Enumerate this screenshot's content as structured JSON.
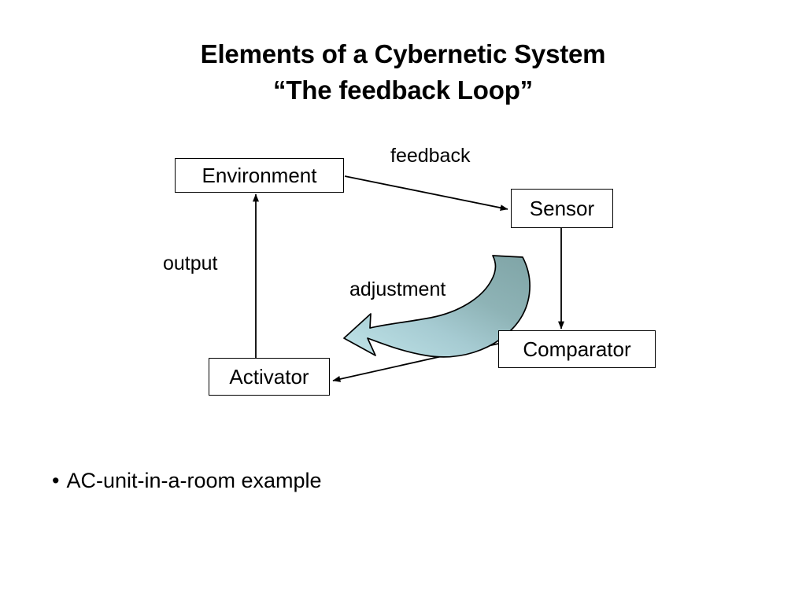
{
  "slide": {
    "background_color": "#FFFFFF",
    "title": {
      "line1": "Elements of a Cybernetic System",
      "line2": "“The feedback Loop”"
    },
    "bullets": [
      {
        "marker": "•",
        "text": "AC-unit-in-a-room example"
      }
    ]
  },
  "diagram": {
    "type": "feedback-loop",
    "nodes": [
      {
        "id": "environment",
        "label": "Environment"
      },
      {
        "id": "sensor",
        "label": "Sensor"
      },
      {
        "id": "comparator",
        "label": "Comparator"
      },
      {
        "id": "activator",
        "label": "Activator"
      }
    ],
    "edges": [
      {
        "id": "environment-to-sensor",
        "label": "feedback",
        "from": "environment",
        "to": "sensor"
      },
      {
        "id": "sensor-to-comparator",
        "label": "",
        "from": "sensor",
        "to": "comparator"
      },
      {
        "id": "comparator-to-activator",
        "label": "",
        "from": "comparator",
        "to": "activator"
      },
      {
        "id": "activator-to-environment",
        "label": "output",
        "from": "activator",
        "to": "environment"
      },
      {
        "id": "adjustment-arrow",
        "label": "adjustment",
        "from": "comparator",
        "to": "activator"
      }
    ],
    "labels": {
      "feedback": "feedback",
      "output": "output",
      "adjustment": "adjustment"
    },
    "colors": {
      "line": "#000000",
      "box_fill": "#FFFFFF",
      "box_stroke": "#000000",
      "adjustment_arrow_dark": "#7FA4A6",
      "adjustment_arrow_light": "#B8DDE3",
      "adjustment_arrow_outline": "#000000"
    }
  }
}
